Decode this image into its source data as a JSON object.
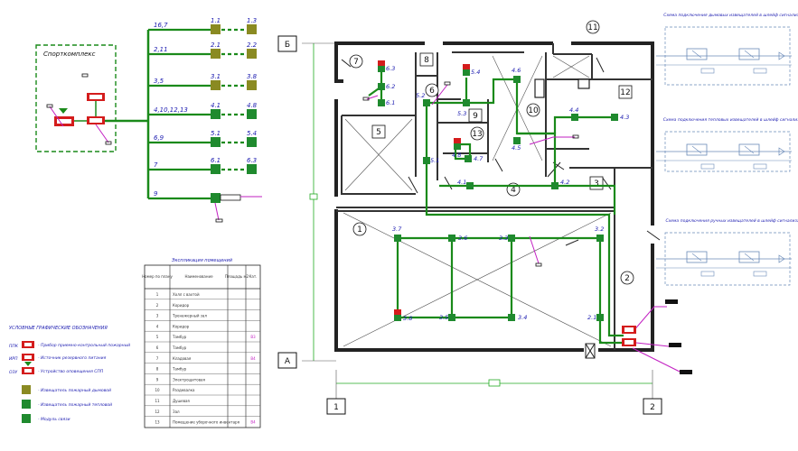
{
  "colors": {
    "cable": "#1a8a1a",
    "node": "#1f8a2e",
    "addr": "#8a8a22",
    "panel": "#d41c1c",
    "lead": "#c21fc2",
    "wall": "#222222",
    "label": "#1b1bb0",
    "grid_line": "#22aa22"
  },
  "icons": [
    "grid-bubble-icon",
    "equipment-node-icon",
    "panel-icon",
    "leader-flag-icon"
  ],
  "left_block": {
    "title": "Спорткомплекс",
    "lines": [
      {
        "label": "16,7",
        "a": "1.1",
        "b": "1.3"
      },
      {
        "label": "2,11",
        "a": "2.1",
        "b": "2.2"
      },
      {
        "label": "3,5",
        "a": "3.1",
        "b": "3.8"
      },
      {
        "label": "4,10,12,13",
        "a": "4.1",
        "b": "4.8"
      },
      {
        "label": "6,9",
        "a": "5.1",
        "b": "5.4"
      },
      {
        "label": "7",
        "a": "6.1",
        "b": "6.3"
      },
      {
        "label": "9",
        "a": "",
        "b": ""
      }
    ]
  },
  "legend": {
    "title": "УСЛОВНЫЕ ГРАФИЧЕСКИЕ ОБОЗНАЧЕНИЯ",
    "items": [
      {
        "code": "ППК",
        "text": "- Прибор приемно-контрольный пожарный"
      },
      {
        "code": "ИРП",
        "text": "- Источник резервного питания"
      },
      {
        "code": "ОЗУ",
        "text": "- Устройство оповещения СПП"
      },
      {
        "code": "",
        "text": "- Извещатель пожарный дымовой"
      },
      {
        "code": "",
        "text": "- Извещатель пожарный тепловой"
      },
      {
        "code": "",
        "text": "- Модуль связи"
      }
    ]
  },
  "explication": {
    "title": "Экспликация помещений",
    "headers": [
      "Номер по плану",
      "Наименование",
      "Площадь м2",
      "Кат."
    ],
    "rows": [
      [
        "1",
        "Холл с вахтой",
        "",
        ""
      ],
      [
        "2",
        "Коридор",
        "",
        ""
      ],
      [
        "3",
        "Тренажерный зал",
        "",
        ""
      ],
      [
        "4",
        "Коридор",
        "",
        ""
      ],
      [
        "5",
        "Тамбур",
        "",
        "В3"
      ],
      [
        "6",
        "Тамбур",
        "",
        ""
      ],
      [
        "7",
        "Кладовая",
        "",
        "В4"
      ],
      [
        "8",
        "Тамбур",
        "",
        ""
      ],
      [
        "9",
        "Электрощитовая",
        "",
        ""
      ],
      [
        "10",
        "Раздевалка",
        "",
        ""
      ],
      [
        "11",
        "Душевая",
        "",
        ""
      ],
      [
        "12",
        "Зал",
        "",
        ""
      ],
      [
        "13",
        "Помещение уборочного инвентаря",
        "",
        "В4"
      ]
    ]
  },
  "plan": {
    "axes": {
      "top": "Б",
      "bottom_left": "А",
      "col1": "1",
      "col2": "2"
    },
    "rooms": [
      "1",
      "2",
      "3",
      "4",
      "5",
      "6",
      "7",
      "8",
      "9",
      "10",
      "11",
      "12",
      "13"
    ],
    "nodes": [
      {
        "id": "6.3",
        "type": "red"
      },
      {
        "id": "6.2",
        "type": "green"
      },
      {
        "id": "6.1",
        "type": "green"
      },
      {
        "id": "5.4",
        "type": "red"
      },
      {
        "id": "5.3",
        "type": "green"
      },
      {
        "id": "5.2",
        "type": "green"
      },
      {
        "id": "5.1",
        "type": "green"
      },
      {
        "id": "4.6",
        "type": "green"
      },
      {
        "id": "4.5",
        "type": "green"
      },
      {
        "id": "4.8",
        "type": "red"
      },
      {
        "id": "4.7",
        "type": "green"
      },
      {
        "id": "4.4",
        "type": "green"
      },
      {
        "id": "4.3",
        "type": "green"
      },
      {
        "id": "4.2",
        "type": "green"
      },
      {
        "id": "4.1",
        "type": "green"
      },
      {
        "id": "3.7",
        "type": "green"
      },
      {
        "id": "3.6",
        "type": "green"
      },
      {
        "id": "3.3",
        "type": "green"
      },
      {
        "id": "3.2",
        "type": "green"
      },
      {
        "id": "3.8",
        "type": "red"
      },
      {
        "id": "3.5",
        "type": "green"
      },
      {
        "id": "3.4",
        "type": "green"
      },
      {
        "id": "2.1",
        "type": "green"
      }
    ]
  },
  "schemes": [
    {
      "title": "Схема подключения дымовых извещателей в шлейф сигнализации"
    },
    {
      "title": "Схема подключения тепловых извещателей в шлейф сигнализации"
    },
    {
      "title": "Схема подключения ручных извещателей в шлейф сигнализации"
    }
  ]
}
